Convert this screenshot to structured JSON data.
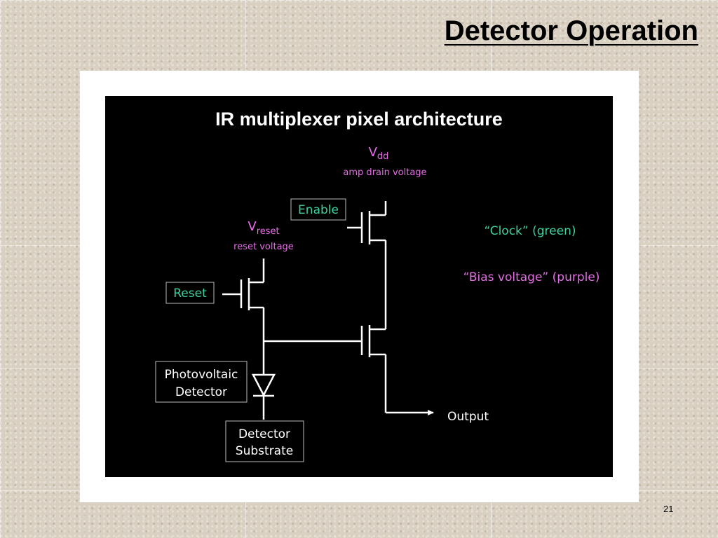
{
  "slide": {
    "title": "Detector Operation",
    "page_number": "21"
  },
  "diagram": {
    "title": "IR multiplexer pixel architecture",
    "vdd": {
      "main": "V",
      "sub": "dd",
      "desc": "amp drain voltage"
    },
    "vreset": {
      "main": "V",
      "sub": "reset",
      "desc": "reset voltage"
    },
    "enable_label": "Enable",
    "reset_label": "Reset",
    "photovoltaic_detector": [
      "Photovoltaic",
      "Detector"
    ],
    "detector_substrate": [
      "Detector",
      "Substrate"
    ],
    "output_label": "Output",
    "legend": {
      "clock": "“Clock” (green)",
      "bias": "“Bias voltage” (purple)"
    }
  },
  "colors": {
    "clock": "#3ed19e",
    "bias": "#e66ee6",
    "wire": "#ffffff",
    "panel": "#000000"
  }
}
